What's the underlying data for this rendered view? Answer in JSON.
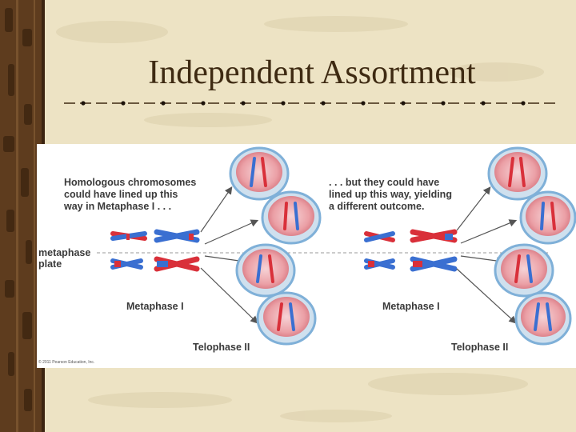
{
  "slide": {
    "title": "Independent Assortment",
    "background_color": "#ede3c4",
    "strip_color": "#5a3a1f",
    "title_color": "#3e2a12"
  },
  "figure": {
    "left_caption": [
      "Homologous chromosomes",
      "could have lined up this",
      "way in Metaphase I . . ."
    ],
    "right_caption": [
      ". . . but they could have",
      "lined up this way, yielding",
      "a different outcome."
    ],
    "metaphase_plate_label": [
      "metaphase",
      "plate"
    ],
    "metaphase_label_left": "Metaphase I",
    "metaphase_label_right": "Metaphase I",
    "telophase_label_left": "Telophase II",
    "telophase_label_right": "Telophase II",
    "copyright": "© 2011 Pearson Education, Inc.",
    "colors": {
      "maternal_red": "#d9303a",
      "paternal_blue": "#3a6fd1",
      "cell_pink": "#e8929a",
      "nucleus_pink": "#f3c3c7",
      "cell_rim": "#7fb0d8"
    }
  }
}
